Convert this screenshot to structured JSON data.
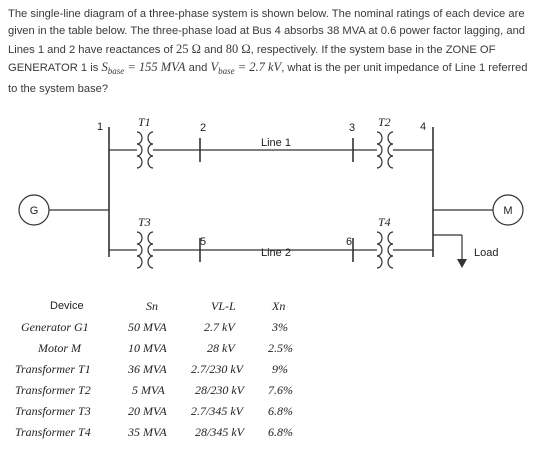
{
  "problem": {
    "p1": "The single-line diagram of a three-phase system is shown below. The nominal ratings of each device are given in the table below. The three-phase load at Bus 4 absorbs 38 MVA at 0.6 power factor lagging, and Lines 1 and 2 have reactances of ",
    "x1": "25 Ω",
    "p2": " and ",
    "x2": "80 Ω",
    "p3": ", respectively. If the system base in the ZONE OF GENERATOR 1 is ",
    "sbase_sym": "S",
    "sbase_sub": "base",
    "sbase_val": " = 155 MVA",
    "p4": " and ",
    "vbase_sym": "V",
    "vbase_sub": "base",
    "vbase_val": " = 2.7 kV",
    "p5": ", what is the per unit impedance of Line 1 referred to the system base?"
  },
  "diagram": {
    "generator_label": "G",
    "motor_label": "M",
    "load_label": "Load",
    "line1_label": "Line 1",
    "line2_label": "Line 2",
    "buses": [
      "1",
      "2",
      "3",
      "4",
      "5",
      "6"
    ],
    "transformers": [
      "T1",
      "T2",
      "T3",
      "T4"
    ]
  },
  "table": {
    "headers": [
      "Device",
      "Sn",
      "VL-L",
      "Xn"
    ],
    "rows": [
      {
        "device": "Generator G1",
        "sn": "50 MVA",
        "vll": "2.7 kV",
        "xn": "3%"
      },
      {
        "device": "Motor M",
        "sn": "10 MVA",
        "vll": "28 kV",
        "xn": "2.5%"
      },
      {
        "device": "Transformer T1",
        "sn": "36 MVA",
        "vll": "2.7/230 kV",
        "xn": "9%"
      },
      {
        "device": "Transformer T2",
        "sn": "5 MVA",
        "vll": "28/230 kV",
        "xn": "7.6%"
      },
      {
        "device": "Transformer T3",
        "sn": "20 MVA",
        "vll": "2.7/345 kV",
        "xn": "6.8%"
      },
      {
        "device": "Transformer T4",
        "sn": "35 MVA",
        "vll": "28/345 kV",
        "xn": "6.8%"
      }
    ]
  }
}
